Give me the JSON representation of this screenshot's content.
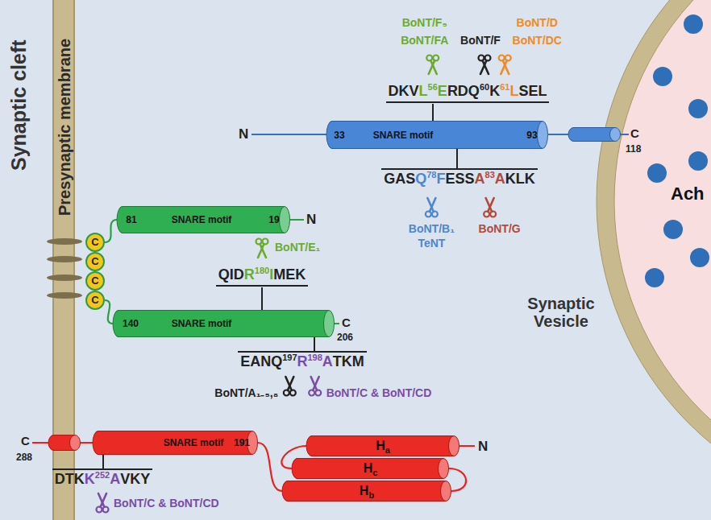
{
  "diagram": {
    "nodes": [
      {
        "text": [
          "Presynaptic membrane"
        ]
      },
      {
        "text": [
          "33",
          "SNARE motif",
          "93"
        ]
      },
      {
        "text": [
          "Ach"
        ]
      },
      {
        "text": [
          "81",
          "SNARE motif",
          "19"
        ]
      },
      {
        "text": [
          "C"
        ]
      },
      {
        "text": [
          "C"
        ]
      },
      {
        "text": [
          "C"
        ]
      },
      {
        "text": [
          "C"
        ]
      },
      {
        "text": [
          "140",
          "SNARE motif"
        ]
      },
      {
        "text": [
          "SNARE motif",
          "191"
        ]
      },
      {
        "text": [
          "H",
          "a"
        ]
      },
      {
        "text": [
          "H",
          "c"
        ]
      },
      {
        "text": [
          "H",
          "b"
        ]
      }
    ],
    "edges": [
      {
        "from": 3,
        "to": 4,
        "arrow": "none"
      },
      {
        "from": 8,
        "to": 7,
        "arrow": "none"
      },
      {
        "from": 10,
        "to": 11,
        "arrow": "none"
      },
      {
        "from": 11,
        "to": 12,
        "arrow": "none"
      },
      {
        "from": 12,
        "to": 9,
        "arrow": "none"
      }
    ],
    "labels": [
      "Synaptic cleft",
      "Synaptic Vesicle",
      "BoNT/F₅",
      "BoNT/FA",
      "BoNT/F",
      "BoNT/D",
      "BoNT/DC",
      "DKV",
      "L",
      "56",
      "E",
      "RDQ",
      "60",
      "K",
      "61",
      "L",
      "SEL",
      "N",
      "C",
      "118",
      "GAS",
      "Q",
      "78",
      "F",
      "ESS",
      "A",
      "83",
      "A",
      "KLK",
      "BoNT/B₁",
      "TeNT",
      "BoNT/G",
      "N",
      "BoNT/E₁",
      "QID",
      "R",
      "180",
      "I",
      "MEK",
      "C",
      "206",
      "EANQ",
      "197",
      "R",
      "198",
      "A",
      "TKM",
      "BoNT/A₁₋₅,₈",
      "BoNT/C & BoNT/CD",
      "C",
      "288",
      "DTK",
      "K",
      "252",
      "A",
      "VKY",
      "BoNT/C & BoNT/CD",
      "N"
    ]
  }
}
